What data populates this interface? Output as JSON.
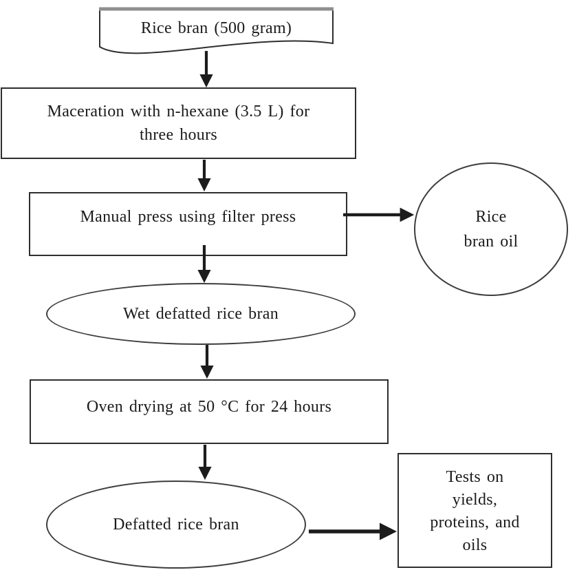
{
  "diagram": {
    "nodes": {
      "rice_bran": {
        "shape": "document",
        "label": "Rice bran (500 gram)"
      },
      "maceration": {
        "shape": "rectangle",
        "label": "Maceration with n-hexane (3.5 L) for\nthree hours"
      },
      "manual_press": {
        "shape": "rectangle",
        "label": "Manual press using filter press"
      },
      "rice_bran_oil": {
        "shape": "circle",
        "label": "Rice\nbran oil"
      },
      "wet_defatted": {
        "shape": "ellipse",
        "label": "Wet defatted rice bran"
      },
      "oven_drying": {
        "shape": "rectangle",
        "label": "Oven drying at 50 °C for 24 hours"
      },
      "defatted": {
        "shape": "ellipse",
        "label": "Defatted rice bran"
      },
      "tests": {
        "shape": "rectangle",
        "label": "Tests on\nyields,\nproteins, and\noils"
      }
    }
  },
  "colors": {
    "line": "#1c1c1c",
    "text": "#1b1b1b",
    "border": "#2e2e2e",
    "ellipse_border": "#3d3d3d",
    "doc_accent": "#8f8f8f",
    "bg": "#ffffff"
  }
}
